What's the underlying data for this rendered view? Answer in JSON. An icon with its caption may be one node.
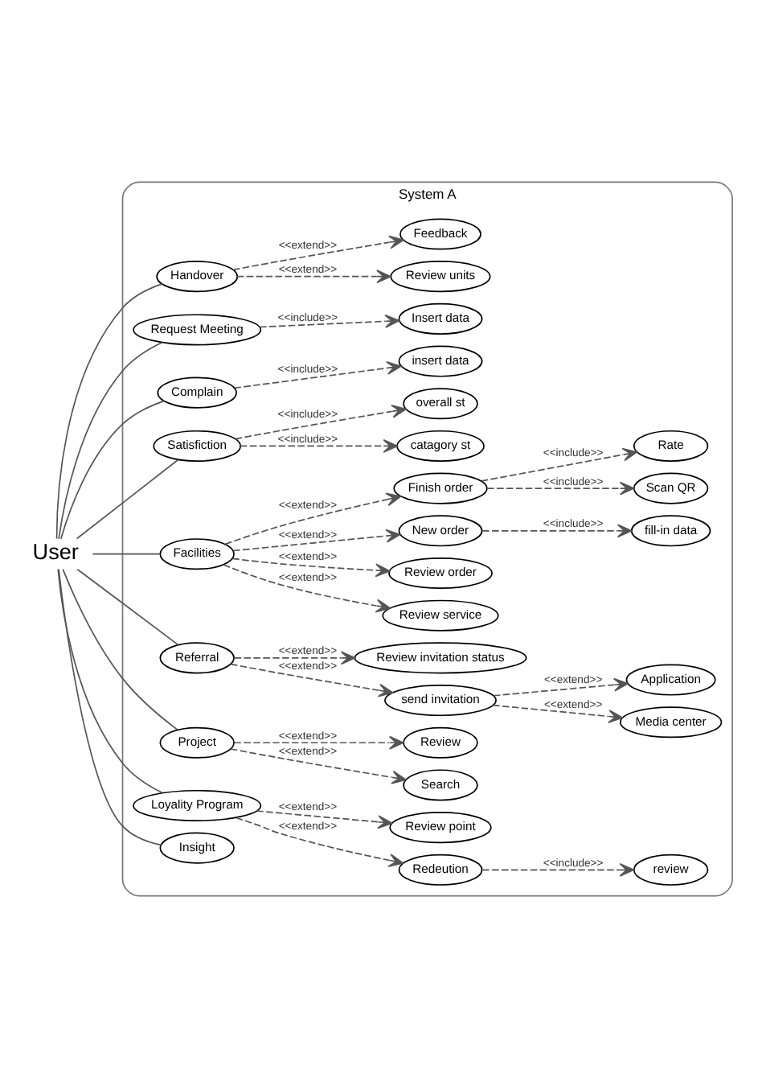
{
  "diagram": {
    "nodes": [
      {
        "text": [
          "System A"
        ]
      },
      {
        "text": [
          "User"
        ]
      },
      {
        "text": [
          "Handover"
        ],
        "in": 0
      },
      {
        "text": [
          "Review units"
        ],
        "in": 0
      },
      {
        "text": [
          "Feedback"
        ],
        "in": 0
      },
      {
        "text": [
          "Request Meeting"
        ],
        "in": 0
      },
      {
        "text": [
          "Insert data"
        ],
        "in": 0
      },
      {
        "text": [
          "Complain"
        ],
        "in": 0
      },
      {
        "text": [
          "insert data"
        ],
        "in": 0
      },
      {
        "text": [
          "Satisfiction"
        ],
        "in": 0
      },
      {
        "text": [
          "catagory st"
        ],
        "in": 0
      },
      {
        "text": [
          "overall st"
        ],
        "in": 0
      },
      {
        "text": [
          "Facilities"
        ],
        "in": 0
      },
      {
        "text": [
          "Review service"
        ],
        "in": 0
      },
      {
        "text": [
          "Review order"
        ],
        "in": 0
      },
      {
        "text": [
          "New order"
        ],
        "in": 0
      },
      {
        "text": [
          "fill-in data"
        ],
        "in": 0
      },
      {
        "text": [
          "Finish order"
        ],
        "in": 0
      },
      {
        "text": [
          "Scan QR"
        ],
        "in": 0
      },
      {
        "text": [
          "Rate"
        ],
        "in": 0
      },
      {
        "text": [
          "Referral"
        ],
        "in": 0
      },
      {
        "text": [
          "send invitation"
        ],
        "in": 0
      },
      {
        "text": [
          "Media center"
        ],
        "in": 0
      },
      {
        "text": [
          "Application"
        ],
        "in": 0
      },
      {
        "text": [
          "Review invitation status"
        ],
        "in": 0
      },
      {
        "text": [
          "Project"
        ],
        "in": 0
      },
      {
        "text": [
          "Search"
        ],
        "in": 0
      },
      {
        "text": [
          "Review"
        ],
        "in": 0
      },
      {
        "text": [
          "Loyality Program"
        ],
        "in": 0
      },
      {
        "text": [
          "Redeution"
        ],
        "in": 0
      },
      {
        "text": [
          "review"
        ],
        "in": 0
      },
      {
        "text": [
          "Review point"
        ],
        "in": 0
      },
      {
        "text": [
          "Insight"
        ],
        "in": 0
      }
    ],
    "edges": [
      {
        "from": 1,
        "to": 2,
        "arrow": "none"
      },
      {
        "from": 1,
        "to": 5,
        "arrow": "none"
      },
      {
        "from": 1,
        "to": 7,
        "arrow": "none"
      },
      {
        "from": 1,
        "to": 9,
        "arrow": "none"
      },
      {
        "from": 1,
        "to": 12,
        "arrow": "none"
      },
      {
        "from": 1,
        "to": 20,
        "arrow": "none"
      },
      {
        "from": 1,
        "to": 25,
        "arrow": "none"
      },
      {
        "from": 1,
        "to": 28,
        "arrow": "none"
      },
      {
        "from": 1,
        "to": 32,
        "arrow": "none"
      },
      {
        "from": 2,
        "to": 3,
        "arrow": "to",
        "style": "dashed",
        "label": "<<extend>>"
      },
      {
        "from": 2,
        "to": 4,
        "arrow": "to",
        "style": "dashed",
        "label": "<<extend>>"
      },
      {
        "from": 5,
        "to": 6,
        "arrow": "to",
        "style": "dashed",
        "label": "<<include>>"
      },
      {
        "from": 7,
        "to": 8,
        "arrow": "to",
        "style": "dashed",
        "label": "<<include>>"
      },
      {
        "from": 9,
        "to": 10,
        "arrow": "to",
        "style": "dashed",
        "label": "<<include>>"
      },
      {
        "from": 9,
        "to": 11,
        "arrow": "to",
        "style": "dashed",
        "label": "<<include>>"
      },
      {
        "from": 12,
        "to": 13,
        "arrow": "to",
        "style": "dashed",
        "label": "<<extend>>"
      },
      {
        "from": 12,
        "to": 14,
        "arrow": "to",
        "style": "dashed",
        "label": "<<extend>>"
      },
      {
        "from": 12,
        "to": 15,
        "arrow": "to",
        "style": "dashed",
        "label": "<<extend>>"
      },
      {
        "from": 12,
        "to": 17,
        "arrow": "to",
        "style": "dashed",
        "label": "<<extend>>"
      },
      {
        "from": 15,
        "to": 16,
        "arrow": "to",
        "style": "dashed",
        "label": "<<include>>"
      },
      {
        "from": 17,
        "to": 18,
        "arrow": "to",
        "style": "dashed",
        "label": "<<include>>"
      },
      {
        "from": 17,
        "to": 19,
        "arrow": "to",
        "style": "dashed",
        "label": "<<include>>"
      },
      {
        "from": 20,
        "to": 21,
        "arrow": "to",
        "style": "dashed",
        "label": "<<extend>>"
      },
      {
        "from": 20,
        "to": 24,
        "arrow": "to",
        "style": "dashed",
        "label": "<<extend>>"
      },
      {
        "from": 21,
        "to": 22,
        "arrow": "to",
        "style": "dashed",
        "label": "<<extend>>"
      },
      {
        "from": 21,
        "to": 23,
        "arrow": "to",
        "style": "dashed",
        "label": "<<extend>>"
      },
      {
        "from": 25,
        "to": 26,
        "arrow": "to",
        "style": "dashed",
        "label": "<<extend>>"
      },
      {
        "from": 25,
        "to": 27,
        "arrow": "to",
        "style": "dashed",
        "label": "<<extend>>"
      },
      {
        "from": 28,
        "to": 29,
        "arrow": "to",
        "style": "dashed",
        "label": "<<extend>>"
      },
      {
        "from": 28,
        "to": 31,
        "arrow": "to",
        "style": "dashed",
        "label": "<<extend>>"
      },
      {
        "from": 29,
        "to": 30,
        "arrow": "to",
        "style": "dashed",
        "label": "<<include>>"
      }
    ]
  }
}
